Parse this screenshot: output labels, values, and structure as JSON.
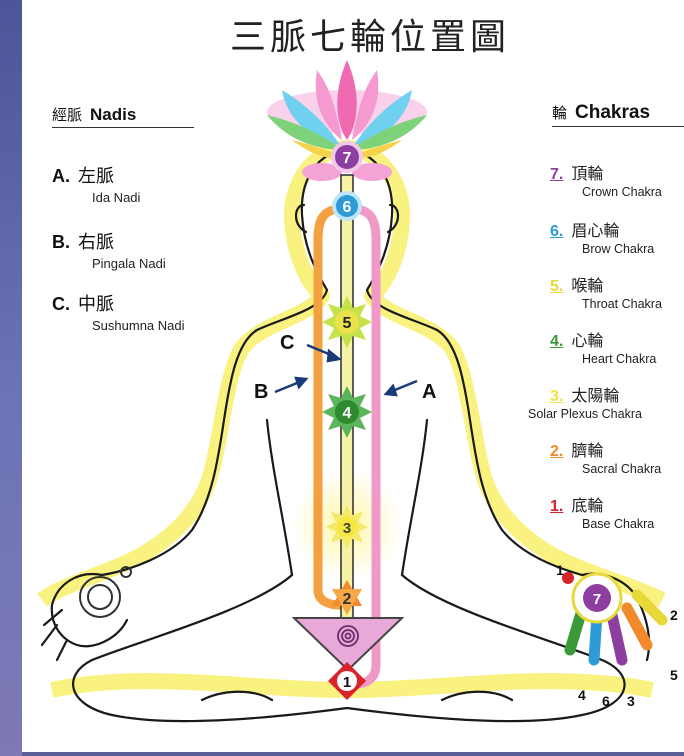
{
  "title": "三脈七輪位置圖",
  "nadis": {
    "heading_cn": "經脈",
    "heading_en": "Nadis",
    "items": [
      {
        "letter": "A.",
        "cn": "左脈",
        "en": "Ida Nadi"
      },
      {
        "letter": "B.",
        "cn": "右脈",
        "en": "Pingala Nadi"
      },
      {
        "letter": "C.",
        "cn": "中脈",
        "en": "Sushumna Nadi"
      }
    ]
  },
  "chakras": {
    "heading_cn": "輪",
    "heading_en": "Chakras",
    "items": [
      {
        "num": "7.",
        "cn": "頂輪",
        "en": "Crown Chakra",
        "color": "#8c3fa0"
      },
      {
        "num": "6.",
        "cn": "眉心輪",
        "en": "Brow Chakra",
        "color": "#2c9bd6"
      },
      {
        "num": "5.",
        "cn": "喉輪",
        "en": "Throat Chakra",
        "color": "#e9d83a"
      },
      {
        "num": "4.",
        "cn": "心輪",
        "en": "Heart Chakra",
        "color": "#3a9a3a"
      },
      {
        "num": "3.",
        "cn": "太陽輪",
        "en": "Solar Plexus Chakra",
        "color": "#f1e24a"
      },
      {
        "num": "2.",
        "cn": "臍輪",
        "en": "Sacral Chakra",
        "color": "#f08a2a"
      },
      {
        "num": "1.",
        "cn": "底輪",
        "en": "Base Chakra",
        "color": "#d8232a"
      }
    ]
  },
  "figure": {
    "nodes": [
      "7",
      "6",
      "5",
      "4",
      "3",
      "2",
      "1"
    ],
    "channel_labels": {
      "a": "A",
      "b": "B",
      "c": "C"
    },
    "hand_numbers": [
      "1",
      "7",
      "2",
      "4",
      "6",
      "3",
      "5"
    ]
  }
}
